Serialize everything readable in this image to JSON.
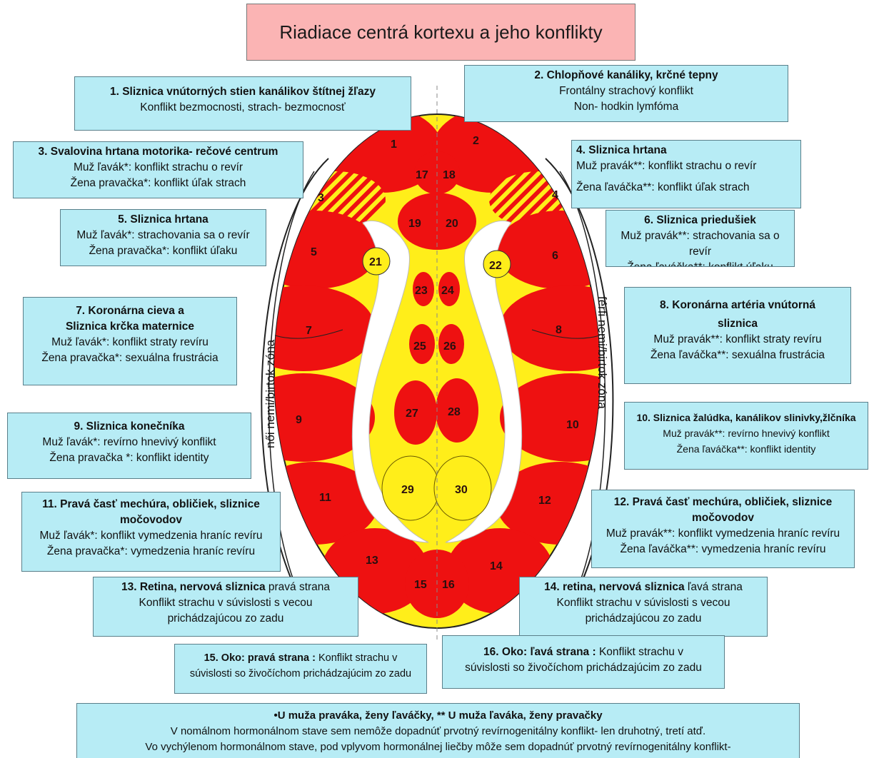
{
  "title": "Riadiace centrá kortexu a jeho konflikty",
  "colors": {
    "red": "#ee1111",
    "yellow": "#ffee1a",
    "box_fill": "#b7ecf5",
    "title_fill": "#fbb4b4"
  },
  "zone_labels": {
    "left": "női nemi/birtok zóna",
    "right": "férfi nemi/birtok zóna"
  },
  "centers": {
    "c1": "1",
    "c2": "2",
    "c3": "3",
    "c4": "4",
    "c5": "5",
    "c6": "6",
    "c7": "7",
    "c8": "8",
    "c9": "9",
    "c10": "10",
    "c11": "11",
    "c12": "12",
    "c13": "13",
    "c14": "14",
    "c15": "15",
    "c16": "16",
    "c17": "17",
    "c18": "18",
    "c19": "19",
    "c20": "20",
    "c21": "21",
    "c22": "22",
    "c23": "23",
    "c24": "24",
    "c25": "25",
    "c26": "26",
    "c27": "27",
    "c28": "28",
    "c29": "29",
    "c30": "30"
  },
  "boxes": {
    "b1": {
      "heading": "1.        Sliznica vnútorných stien kanálikov štítnej žľazy",
      "line1": "Konflikt bezmocnosti, strach- bezmocnosť"
    },
    "b2": {
      "heading": "2. Chlopňové kanáliky, krčné tepny",
      "line1": "Frontálny strachový konflikt",
      "line2": "Non- hodkin lymfóma"
    },
    "b3": {
      "heading": "3. Svalovina hrtana  motorika- rečové centrum",
      "line1": "Muž ľavák*: konflikt strachu o revír",
      "line2": "Žena pravačka*: konflikt úľak strach"
    },
    "b4": {
      "heading": "4. Sliznica hrtana",
      "line1": "Muž pravák**: konflikt strachu o revír",
      "line2": "Žena ľaváčka**: konflikt úľak strach"
    },
    "b5": {
      "heading": "5. Sliznica hrtana",
      "line1": "Muž ľavák*: strachovania sa  o revír",
      "line2": "Žena pravačka*: konflikt úľaku"
    },
    "b6": {
      "heading": "6. Sliznica priedušiek",
      "line1": "Muž pravák**: strachovania sa  o revír",
      "line2": "Žena ľaváčka**: konflikt úľaku"
    },
    "b7": {
      "heading": "7. Koronárna cieva a",
      "heading2": "Sliznica krčka maternice",
      "line1": "Muž ľavák*: konflikt straty revíru",
      "line2": "Žena pravačka*: sexuálna frustrácia"
    },
    "b8": {
      "heading": "8. Koronárna artéria vnútorná",
      "heading2": "sliznica",
      "line1": "Muž pravák**: konflikt straty revíru",
      "line2": "Žena ľaváčka**: sexuálna frustrácia"
    },
    "b9": {
      "heading": "9. Sliznica konečníka",
      "line1": "Muž ľavák*: revírno hnevivý konflikt",
      "line2": "Žena pravačka *: konflikt identity"
    },
    "b10": {
      "heading": "10. Sliznica žalúdka, kanálikov slinivky,žlčníka",
      "line1": "Muž pravák**: revírno hnevivý konflikt",
      "line2": "Žena ľaváčka**: konflikt identity"
    },
    "b11": {
      "heading": "11. Pravá časť mechúra, obličiek, sliznice",
      "heading2": "močovodov",
      "line1": "Muž ľavák*: konflikt vymedzenia hraníc revíru",
      "line2": "Žena pravačka*: vymedzenia hraníc revíru"
    },
    "b12": {
      "heading": "12. Pravá časť mechúra, obličiek, sliznice",
      "heading2": "močovodov",
      "line1": "Muž pravák**: konflikt vymedzenia hraníc revíru",
      "line2": "Žena ľaváčka**: vymedzenia hraníc revíru"
    },
    "b13": {
      "bold": "13. Retina, nervová sliznica",
      "rest": " pravá strana",
      "line1": "Konflikt strachu v súvislosti s vecou",
      "line2": "prichádzajúcou zo zadu"
    },
    "b14": {
      "bold": "14. retina, nervová sliznica",
      "rest": " ľavá strana",
      "line1": "Konflikt strachu v súvislosti s vecou",
      "line2": "prichádzajúcou zo zadu"
    },
    "b15": {
      "bold": "15. Oko: pravá strana :",
      "rest": " Konflikt strachu v",
      "line1": "súvislosti so živočíchom prichádzajúcim zo zadu"
    },
    "b16": {
      "bold": "16. Oko: ľavá strana :",
      "rest": " Konflikt strachu v",
      "line1": "súvislosti so živočíchom prichádzajúcim zo zadu"
    },
    "legend": {
      "heading": "•U muža praváka, ženy ľaváčky, ** U muža ľaváka, ženy pravačky",
      "line1": "V nomálnom hormonálnom stave sem nemôže dopadnúť prvotný revírnogenitálny konflikt- len druhotný, tretí atď.",
      "line2": "Vo vychýlenom hormonálnom stave, pod vplyvom hormonálnej liečby môže sem dopadnúť prvotný revírnogenitálny konflikt-"
    }
  }
}
